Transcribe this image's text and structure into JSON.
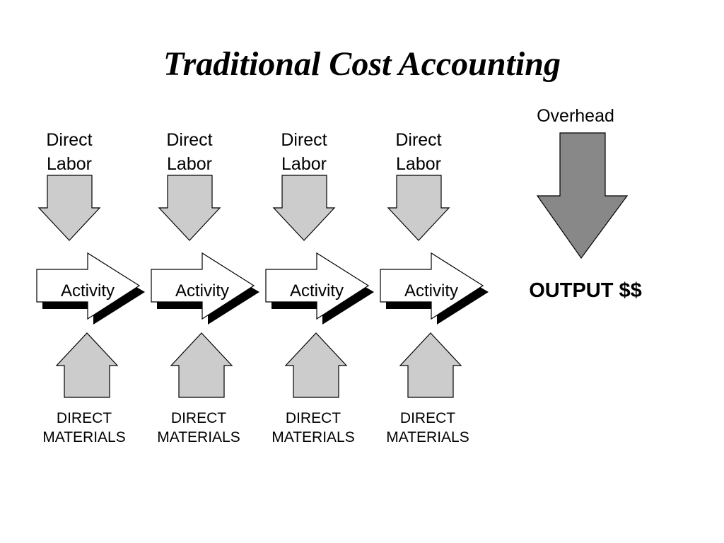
{
  "title": "Traditional Cost Accounting",
  "overhead": {
    "label": "Overhead"
  },
  "output": {
    "label": "OUTPUT $$"
  },
  "columns": [
    {
      "labor_line1": "Direct",
      "labor_line2": "Labor",
      "activity": "Activity",
      "materials_line1": "DIRECT",
      "materials_line2": "MATERIALS"
    },
    {
      "labor_line1": "Direct",
      "labor_line2": "Labor",
      "activity": "Activity",
      "materials_line1": "DIRECT",
      "materials_line2": "MATERIALS"
    },
    {
      "labor_line1": "Direct",
      "labor_line2": "Labor",
      "activity": "Activity",
      "materials_line1": "DIRECT",
      "materials_line2": "MATERIALS"
    },
    {
      "labor_line1": "Direct",
      "labor_line2": "Labor",
      "activity": "Activity",
      "materials_line1": "DIRECT",
      "materials_line2": "MATERIALS"
    }
  ],
  "colors": {
    "labor_arrow_fill": "#cccccc",
    "materials_arrow_fill": "#cccccc",
    "overhead_arrow_fill": "#888888",
    "activity_arrow_fill": "#ffffff",
    "shadow": "#000000",
    "stroke": "#000000",
    "text": "#000000"
  }
}
